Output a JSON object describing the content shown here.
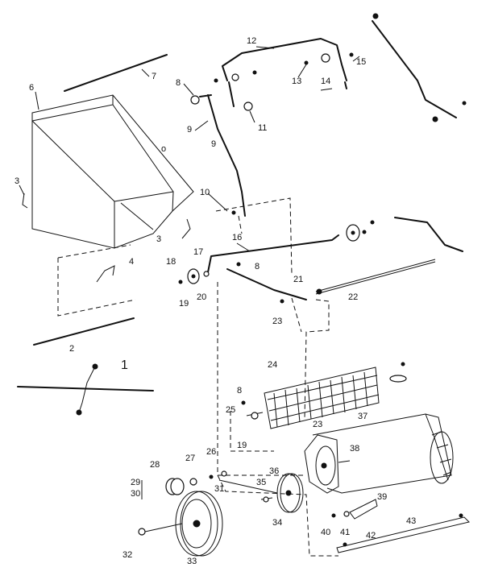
{
  "labels": [
    "1",
    "2",
    "3",
    "3",
    "4",
    "6",
    "7",
    "8",
    "8",
    "8",
    "9",
    "9",
    "10",
    "11",
    "12",
    "13",
    "14",
    "15",
    "16",
    "17",
    "18",
    "19",
    "19",
    "20",
    "21",
    "22",
    "23",
    "23",
    "24",
    "25",
    "26",
    "27",
    "28",
    "29",
    "30",
    "31",
    "32",
    "33",
    "34",
    "35",
    "36",
    "37",
    "38",
    "39",
    "40",
    "41",
    "42",
    "43"
  ]
}
